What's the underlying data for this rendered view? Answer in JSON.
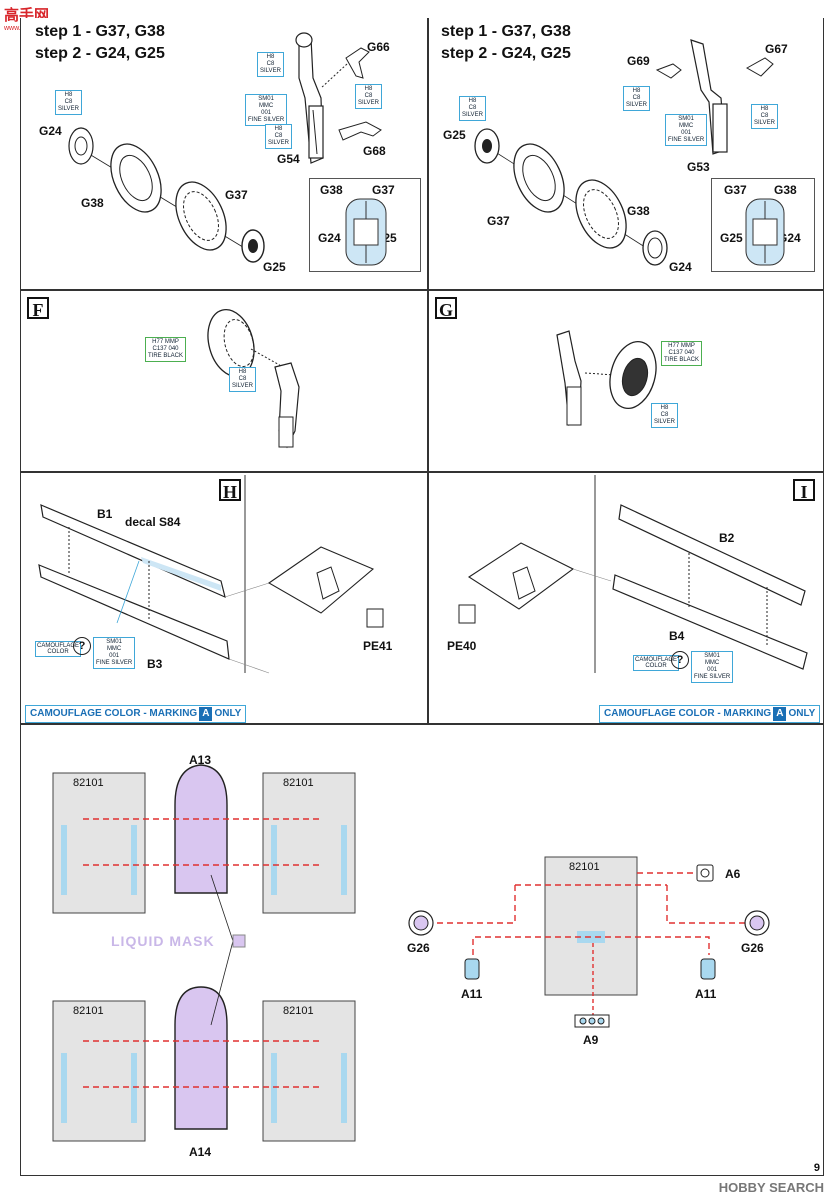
{
  "header": {
    "logo": "高手网",
    "logo_sub": "www.shou.com.cn"
  },
  "panel_left": {
    "step1": "step 1 - G37, G38",
    "step2": "step 2 - G24, G25",
    "parts": {
      "g66": "G66",
      "g24": "G24",
      "g38": "G38",
      "g37": "G37",
      "g25": "G25",
      "g54": "G54",
      "g68": "G68"
    },
    "paints": {
      "p1": "H8\nC8\nSILVER",
      "p2": "SM01\nMMC\n001\nFINE SILVER",
      "p3": "H8\nC8\nSILVER",
      "p4": "H8\nC8\nSILVER",
      "p5": "H8\nC8\nSILVER"
    },
    "inset": {
      "g38": "G38",
      "g37": "G37",
      "g24": "G24",
      "g25": "G25"
    }
  },
  "panel_right": {
    "step1": "step 1 - G37, G38",
    "step2": "step 2 - G24, G25",
    "parts": {
      "g69": "G69",
      "g67": "G67",
      "g25": "G25",
      "g37": "G37",
      "g38": "G38",
      "g24": "G24",
      "g53": "G53"
    },
    "paints": {
      "p1": "H8\nC8\nSILVER",
      "p2": "H8\nC8\nSILVER",
      "p3": "SM01\nMMC\n001\nFINE SILVER",
      "p4": "H8\nC8\nSILVER"
    },
    "inset": {
      "g37": "G37",
      "g38": "G38",
      "g25": "G25",
      "g24": "G24"
    }
  },
  "panel_f": {
    "letter": "F",
    "tire_paint": "H77 MMP\nC137 040\nTIRE BLACK",
    "silver_paint": "H8\nC8\nSILVER"
  },
  "panel_g": {
    "letter": "G",
    "tire_paint": "H77 MMP\nC137 040\nTIRE BLACK",
    "silver_paint": "H8\nC8\nSILVER"
  },
  "panel_h": {
    "letter": "H",
    "b1": "B1",
    "decal": "decal S84",
    "b3": "B3",
    "camo_label": "CAMOUFLAGE\nCOLOR",
    "q": "?",
    "silver": "SM01\nMMC\n001\nFINE SILVER",
    "pe": "PE41",
    "camo_left": "CAMOUFLAGE COLOR - MARKING",
    "camo_marker": "A",
    "camo_right": "ONLY"
  },
  "panel_i": {
    "letter": "I",
    "b2": "B2",
    "b4": "B4",
    "camo_label": "CAMOUFLAGE\nCOLOR",
    "q": "?",
    "silver": "SM01\nMMC\n001\nFINE SILVER",
    "pe": "PE40",
    "camo_left": "CAMOUFLAGE COLOR - MARKING",
    "camo_marker": "A",
    "camo_right": "ONLY"
  },
  "bottom": {
    "a13": "A13",
    "a14": "A14",
    "liquid_mask": "LIQUID MASK",
    "fret": "82101",
    "a6": "A6",
    "g26_left": "G26",
    "g26_right": "G26",
    "a11_left": "A11",
    "a11_right": "A11",
    "a9": "A9"
  },
  "footer": {
    "page": "9",
    "watermark": "HOBBY SEARCH"
  },
  "colors": {
    "accent_blue": "#3fa7d8",
    "mask_purple": "#d9c6f0",
    "dash_red": "#e03030",
    "fret_gray": "#e4e4e4"
  }
}
